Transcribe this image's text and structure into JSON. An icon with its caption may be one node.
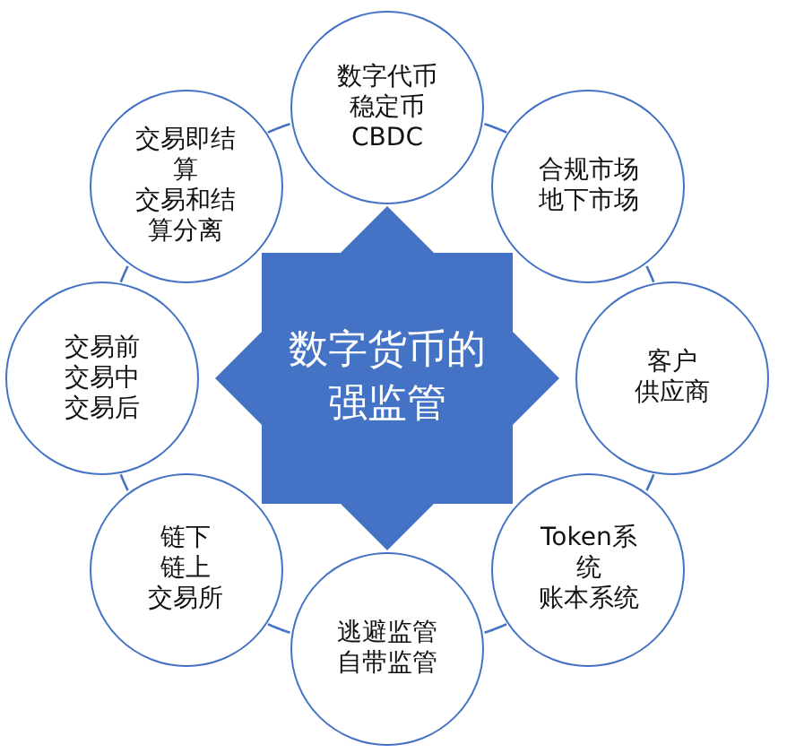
{
  "diagram": {
    "nodes": [
      {
        "text": [
          "数字货币的强监管"
        ]
      },
      {
        "text": [
          "数字代币",
          "稳定币",
          "CBDC"
        ]
      },
      {
        "text": [
          "合规市场",
          "地下市场"
        ]
      },
      {
        "text": [
          "客户",
          "供应商"
        ]
      },
      {
        "text": [
          "Token系统",
          "账本系统"
        ]
      },
      {
        "text": [
          "逃避监管",
          "自带监管"
        ]
      },
      {
        "text": [
          "链下",
          "链上",
          "交易所"
        ]
      },
      {
        "text": [
          "交易前",
          "交易中",
          "交易后"
        ]
      },
      {
        "text": [
          "交易即结算",
          "交易和结算分离"
        ]
      }
    ],
    "edges": [
      {
        "from": 1,
        "to": 2,
        "arrow": "none"
      },
      {
        "from": 2,
        "to": 3,
        "arrow": "none"
      },
      {
        "from": 3,
        "to": 4,
        "arrow": "none"
      },
      {
        "from": 4,
        "to": 5,
        "arrow": "none"
      },
      {
        "from": 5,
        "to": 6,
        "arrow": "none"
      },
      {
        "from": 6,
        "to": 7,
        "arrow": "none"
      },
      {
        "from": 7,
        "to": 8,
        "arrow": "none"
      },
      {
        "from": 8,
        "to": 1,
        "arrow": "none"
      }
    ]
  }
}
